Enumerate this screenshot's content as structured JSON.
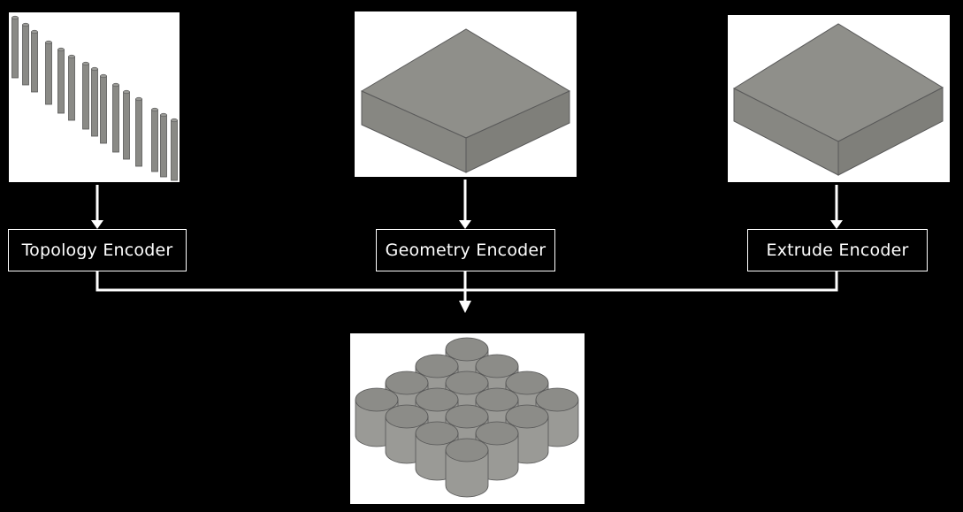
{
  "diagram": {
    "encoders": {
      "topology": "Topology Encoder",
      "geometry": "Geometry Encoder",
      "extrude": "Extrude Encoder"
    },
    "colors": {
      "background": "#000000",
      "panel": "#ffffff",
      "shape_top": "#8f8f8a",
      "shape_side": "#7d7d78",
      "shape_front": "#888883",
      "edge": "#555555",
      "connector": "#ffffff"
    }
  }
}
